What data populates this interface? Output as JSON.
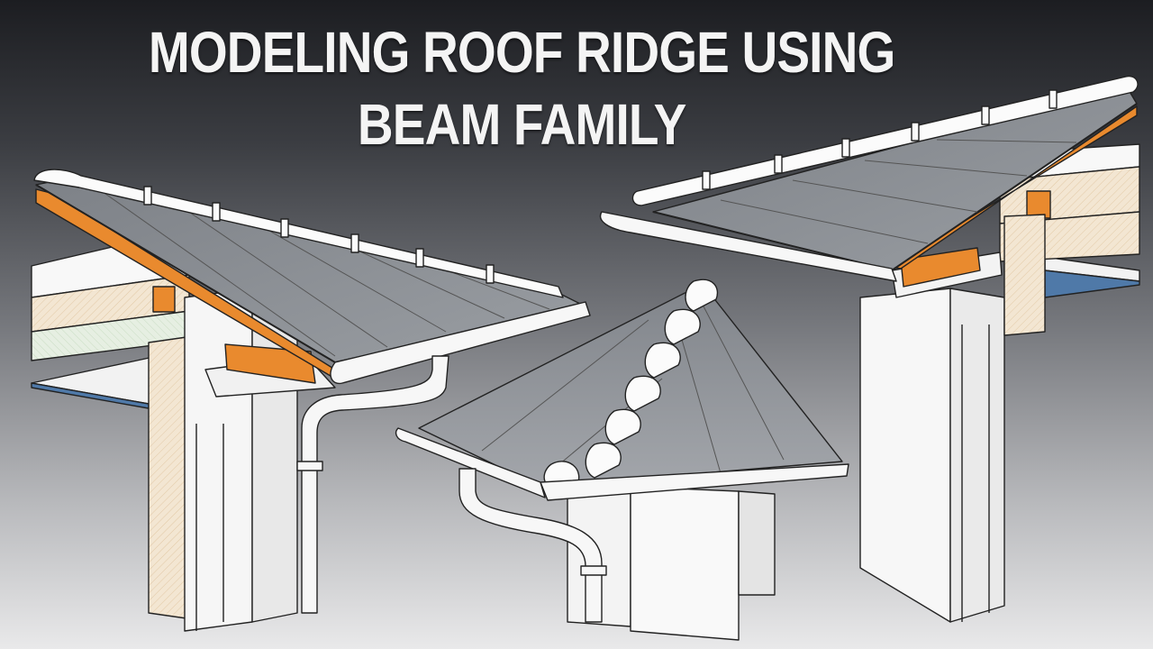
{
  "title": {
    "line1": "MODELING ROOF RIDGE USING",
    "line2": "BEAM FAMILY"
  },
  "colors": {
    "background_top": "#1c1d21",
    "background_bottom": "#e9e9ea",
    "roof_slate": "#8e9297",
    "timber_orange": "#e98a2e",
    "insulation_cream": "#f1e4cf",
    "insulation_green": "#e5efe1",
    "ceiling_blue": "#4f79a8",
    "wall_white": "#f6f6f6"
  },
  "illustrations": [
    "left-lean-to-roof-detail",
    "center-pyramid-roof-with-ridge",
    "right-lean-to-roof-detail"
  ]
}
